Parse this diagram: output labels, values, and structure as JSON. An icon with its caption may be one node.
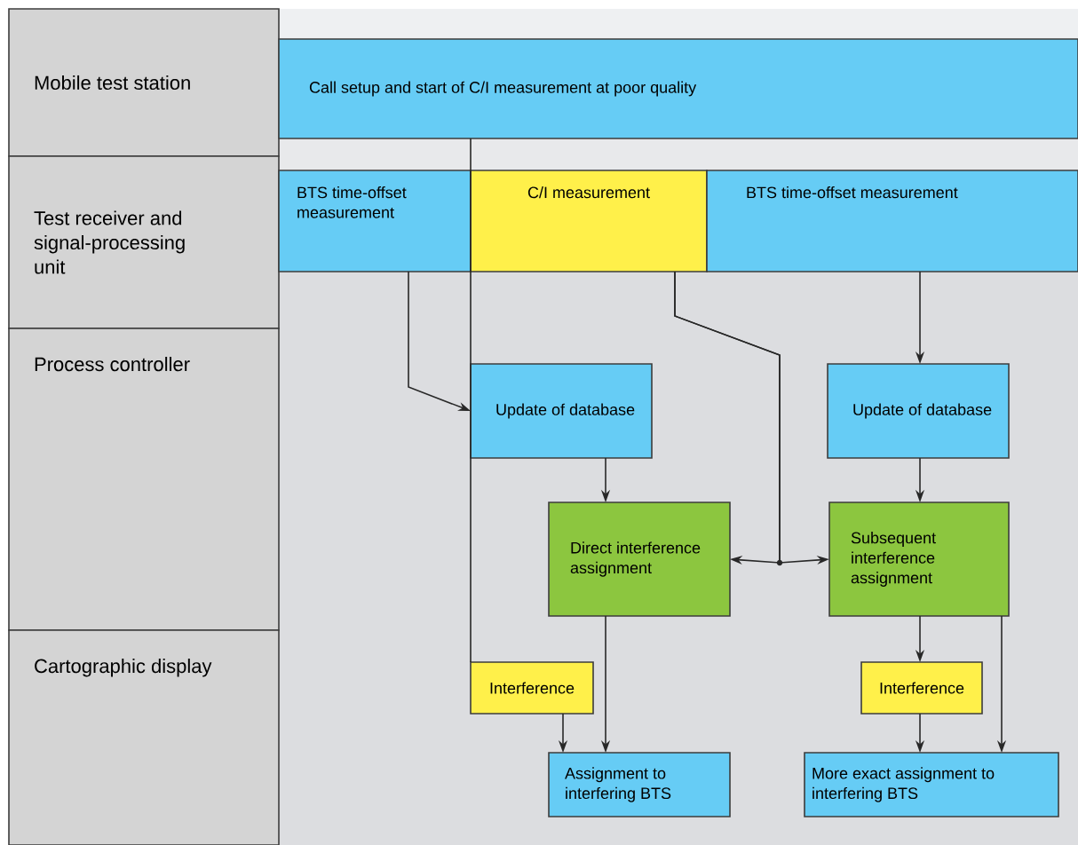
{
  "diagram": {
    "nodes": [
      {
        "text": [
          "Mobile test station"
        ]
      },
      {
        "text": [
          "Test receiver and signal-processing unit"
        ]
      },
      {
        "text": [
          "Process controller"
        ]
      },
      {
        "text": [
          "Cartographic display"
        ]
      },
      {
        "text": [
          "Call setup and start of C/I measurement at poor quality"
        ]
      },
      {
        "text": [
          "BTS time-offset measurement"
        ]
      },
      {
        "text": [
          "C/I measurement"
        ]
      },
      {
        "text": [
          "BTS time-offset measurement"
        ]
      },
      {
        "text": [
          "Update of database"
        ]
      },
      {
        "text": [
          "Update of database"
        ]
      },
      {
        "text": [
          "Direct interference assignment"
        ]
      },
      {
        "text": [
          "Subsequent interference assignment"
        ]
      },
      {
        "text": [
          "Interference"
        ]
      },
      {
        "text": [
          "Interference"
        ]
      },
      {
        "text": [
          "Assignment to interfering BTS"
        ]
      },
      {
        "text": [
          "More exact assignment to interfering BTS"
        ]
      }
    ],
    "edges": [
      {
        "from": 4,
        "to": 12,
        "arrow": "none"
      },
      {
        "from": 5,
        "to": 8,
        "arrow": "to"
      },
      {
        "from": 7,
        "to": 9,
        "arrow": "to"
      },
      {
        "from": 6,
        "to": 10,
        "arrow": "to"
      },
      {
        "from": 6,
        "to": 11,
        "arrow": "to"
      },
      {
        "from": 8,
        "to": 10,
        "arrow": "to"
      },
      {
        "from": 9,
        "to": 11,
        "arrow": "to"
      },
      {
        "from": 10,
        "to": 14,
        "arrow": "to"
      },
      {
        "from": 11,
        "to": 13,
        "arrow": "to"
      },
      {
        "from": 11,
        "to": 15,
        "arrow": "to"
      },
      {
        "from": 12,
        "to": 14,
        "arrow": "to"
      },
      {
        "from": 13,
        "to": 15,
        "arrow": "to"
      }
    ]
  }
}
